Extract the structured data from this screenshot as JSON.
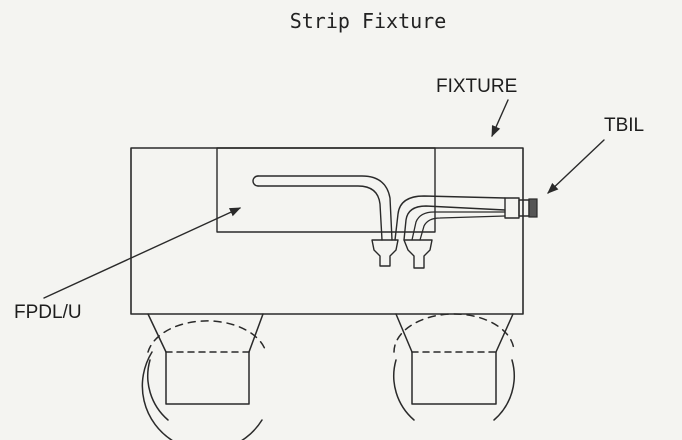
{
  "title": "Strip Fixture",
  "labels": {
    "fixture": "FIXTURE",
    "tbil": "TBIL",
    "fpdl": "FPDL/U"
  },
  "colors": {
    "ink": "#2a2a2a",
    "paper": "#f4f4f1"
  }
}
